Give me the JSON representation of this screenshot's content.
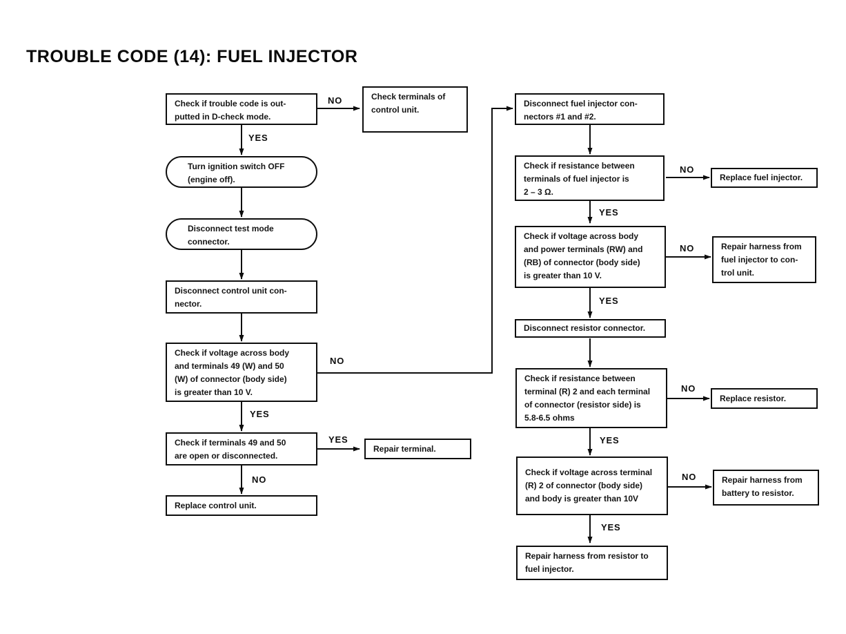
{
  "title": "TROUBLE CODE (14): FUEL INJECTOR",
  "labels": {
    "yes": "YES",
    "no": "NO"
  },
  "nodes": {
    "check_trouble_code": {
      "text": "Check if trouble code is out-\nputted in D-check mode."
    },
    "check_terminals_cu": {
      "text": "Check terminals of\ncontrol unit."
    },
    "turn_ignition_off": {
      "text": "Turn ignition switch OFF\n(engine off)."
    },
    "disconnect_test_mode": {
      "text": "Disconnect test mode\nconnector."
    },
    "disconnect_cu_connector": {
      "text": "Disconnect control unit con-\nnector."
    },
    "check_voltage_49_50": {
      "text": "Check if voltage across body\nand terminals 49 (W) and 50\n(W) of connector (body side)\nis greater than 10 V."
    },
    "check_terminals_49_50": {
      "text": "Check if terminals 49 and 50\nare open or disconnected."
    },
    "repair_terminal": {
      "text": "Repair terminal."
    },
    "replace_control_unit": {
      "text": "Replace control unit."
    },
    "disconnect_injector_connectors": {
      "text": "Disconnect fuel injector con-\nnectors #1 and #2."
    },
    "check_injector_resistance": {
      "text": "Check if resistance between\nterminals of fuel injector is\n2 – 3 Ω."
    },
    "replace_fuel_injector": {
      "text": "Replace fuel injector."
    },
    "check_voltage_rw_rb": {
      "text": "Check if voltage across body\nand power terminals (RW) and\n(RB) of connector (body side)\nis greater than 10 V."
    },
    "repair_harness_injector_cu": {
      "text": "Repair harness from\nfuel injector to con-\ntrol unit."
    },
    "disconnect_resistor": {
      "text": "Disconnect resistor connector."
    },
    "check_resistor_resistance": {
      "text": "Check if resistance between\nterminal (R) 2 and each terminal\nof connector (resistor side) is\n5.8-6.5 ohms"
    },
    "replace_resistor": {
      "text": "Replace resistor."
    },
    "check_voltage_r2": {
      "text": "Check if voltage across terminal\n(R) 2 of connector (body side)\nand body is greater than 10V"
    },
    "repair_harness_battery": {
      "text": "Repair harness from\nbattery to resistor."
    },
    "repair_harness_resistor_injector": {
      "text": "Repair harness from resistor to\nfuel injector."
    }
  }
}
